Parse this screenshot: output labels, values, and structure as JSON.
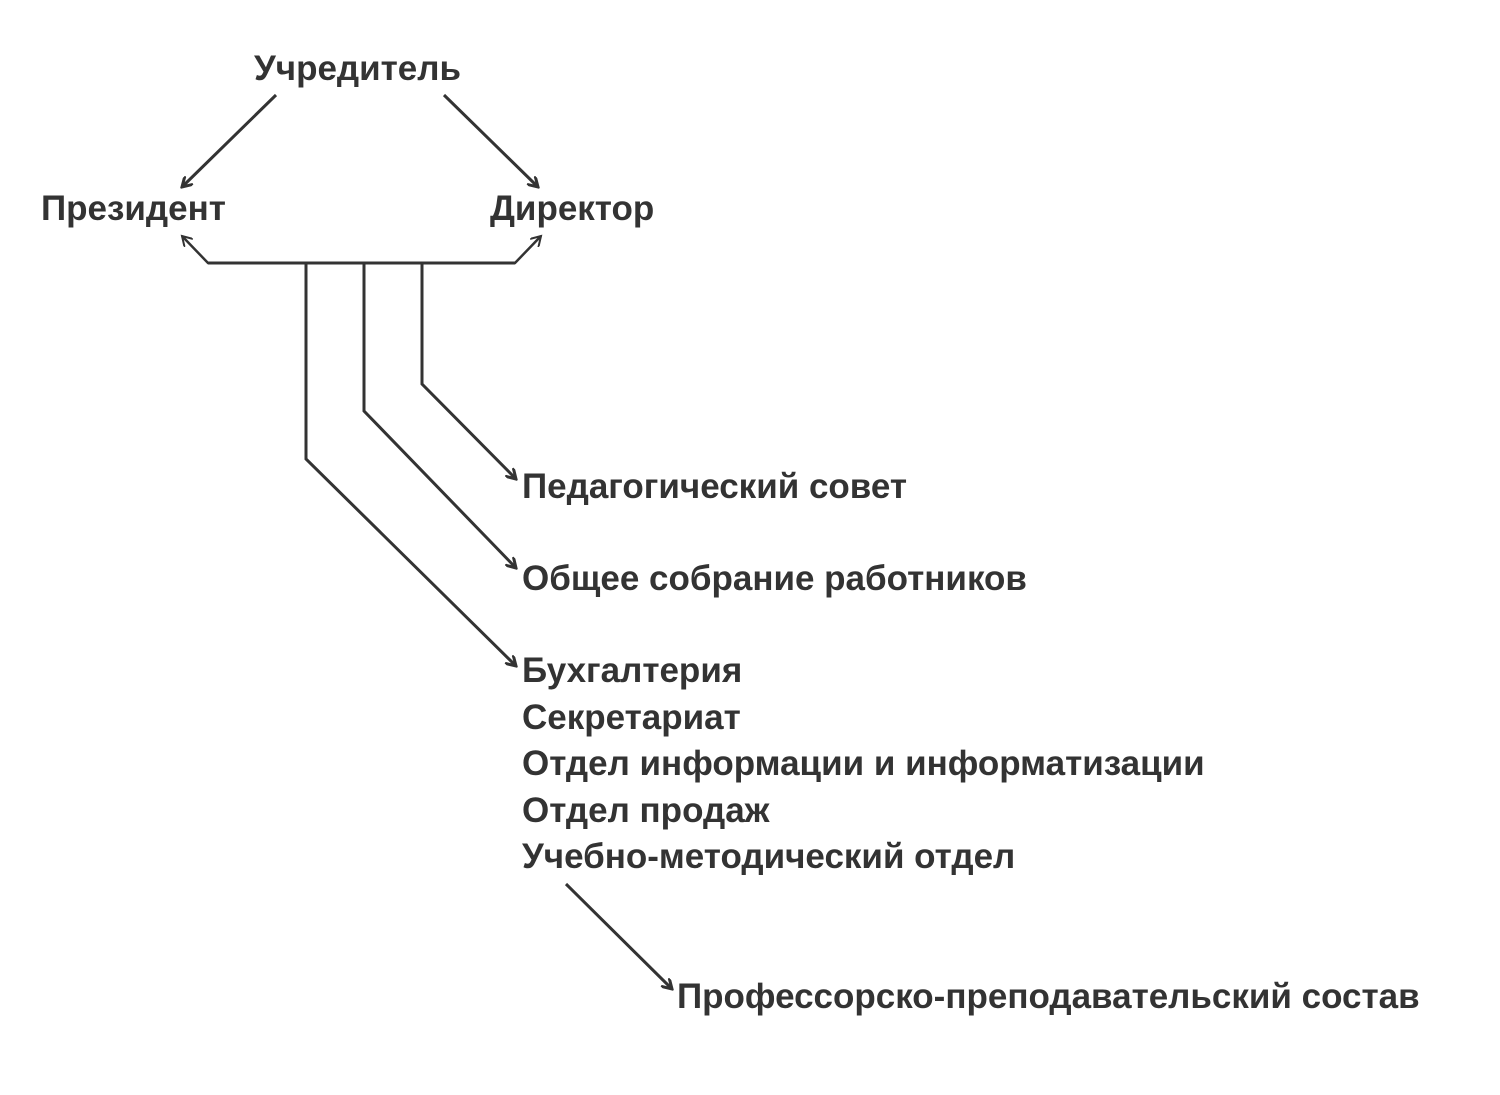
{
  "style": {
    "text_color": "#333333",
    "line_color": "#333333",
    "background": "#ffffff"
  },
  "nodes": {
    "founder": "Учредитель",
    "president": "Президент",
    "director": "Директор",
    "pedagogical_council": "Педагогический совет",
    "general_meeting": "Общее собрание работников",
    "departments": [
      "Бухгалтерия",
      "Секретариат",
      "Отдел информации и информатизации",
      "Отдел продаж",
      "Учебно-методический отдел"
    ],
    "faculty": "Профессорско-преподавательский состав"
  }
}
